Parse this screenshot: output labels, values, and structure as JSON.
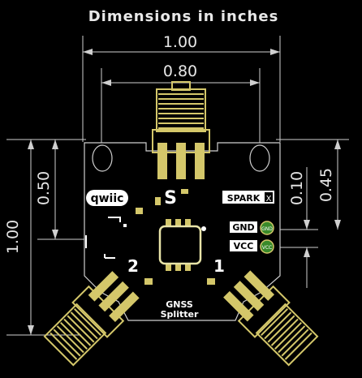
{
  "title": "Dimensions in inches",
  "dims": {
    "width": "1.00",
    "hole_spacing": "0.80",
    "height": "1.00",
    "left_inner": "0.50",
    "right_a": "0.10",
    "right_b": "0.45"
  },
  "board": {
    "qwiic": "qwiic",
    "s_mark": "S",
    "sparkx_a": "SPARK",
    "sparkx_b": "X",
    "gnd": "GND",
    "vcc": "VCC",
    "pad_gnd": "GND",
    "pad_vcc": "VCC",
    "label_2": "2",
    "label_1": "1",
    "name_line1": "GNSS",
    "name_line2": "Splitter"
  },
  "colors": {
    "board": "#000000",
    "gold": "#d4c76a",
    "silk": "#ffffff",
    "dimension": "#cfcfcf",
    "pad_green": "#3a8a2a"
  }
}
